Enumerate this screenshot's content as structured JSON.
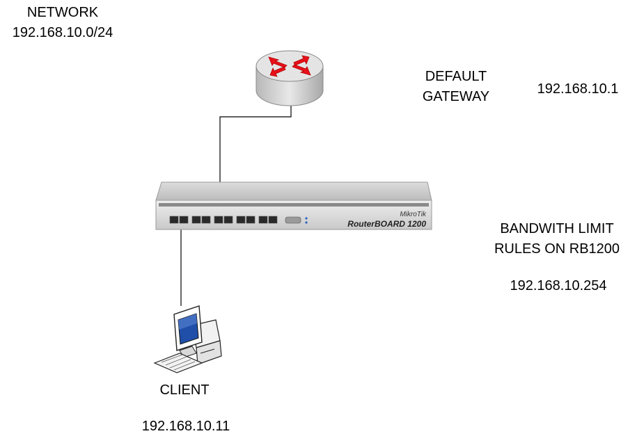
{
  "network": {
    "title": "NETWORK",
    "subnet": "192.168.10.0/24"
  },
  "gateway": {
    "line1": "DEFAULT",
    "line2": "GATEWAY",
    "ip": "192.168.10.1"
  },
  "switch": {
    "brand": "MikroTik",
    "model": "RouterBOARD 1200"
  },
  "rb1200": {
    "line1": "BANDWITH LIMIT",
    "line2": "RULES ON RB1200",
    "ip": "192.168.10.254"
  },
  "client": {
    "label": "CLIENT",
    "ip": "192.168.10.11"
  },
  "colors": {
    "arrow": "#e8101a",
    "device": "#d4d4d4",
    "line": "#000000"
  },
  "icons": {
    "gateway": "router-icon",
    "switch": "routerboard-icon",
    "client": "workstation-icon"
  }
}
